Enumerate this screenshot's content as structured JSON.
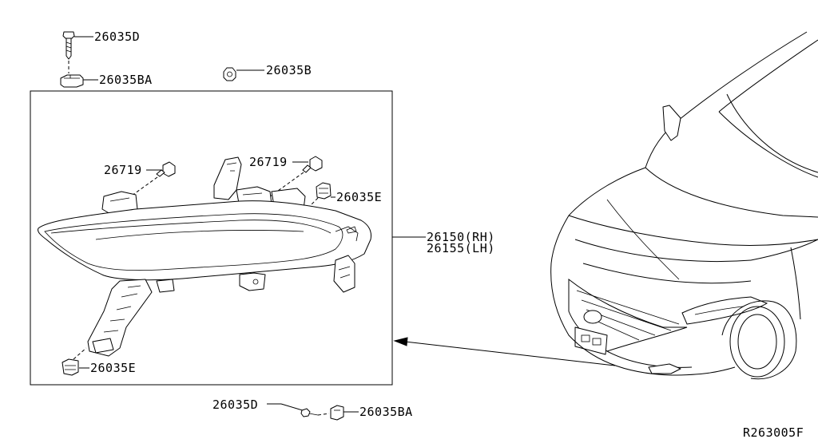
{
  "callouts": {
    "bolt_top": "26035D",
    "clip_top": "26035BA",
    "nut_top": "26035B",
    "screw_left": "26719",
    "screw_right": "26719",
    "grommet_right": "26035E",
    "grommet_bottom": "26035E",
    "lamp_rh": "26150(RH)",
    "lamp_lh": "26155(LH)",
    "bolt_bottom": "26035D",
    "clip_bottom": "26035BA"
  },
  "diagram_code": "R263005F"
}
